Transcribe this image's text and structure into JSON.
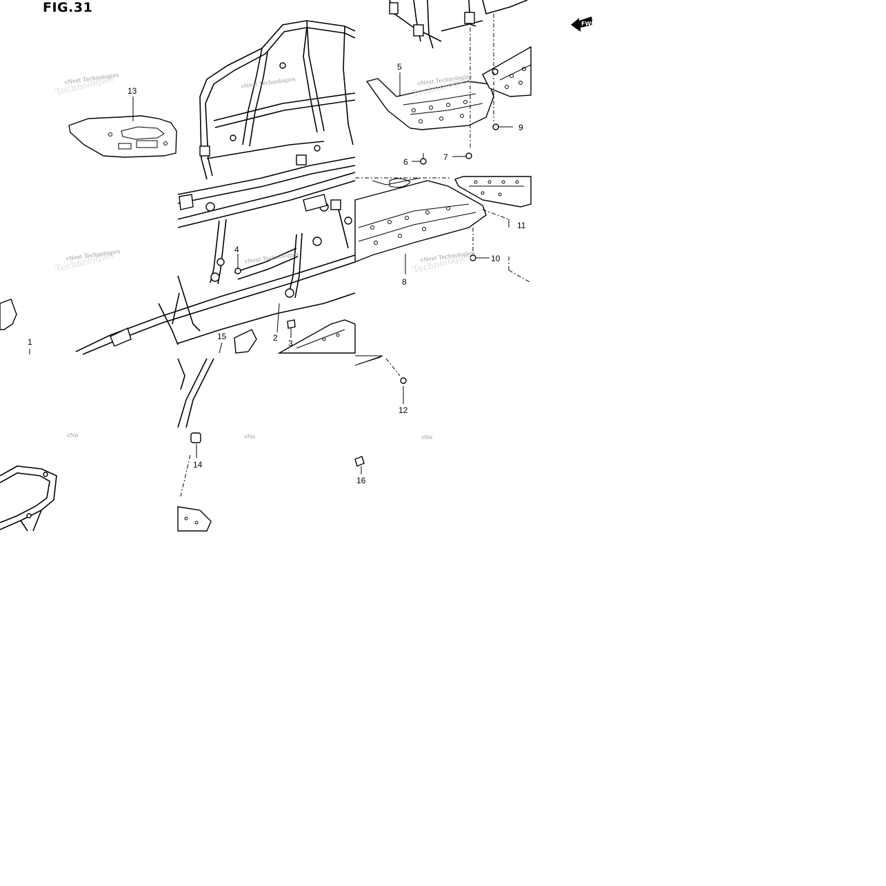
{
  "figure": {
    "title": "FIG.31",
    "forward_marker": "FWD",
    "watermark": "vNext Technologies",
    "watermark_partial": "vNe",
    "callouts": [
      {
        "id": "c1",
        "text": "1"
      },
      {
        "id": "c2",
        "text": "2"
      },
      {
        "id": "c3",
        "text": "3"
      },
      {
        "id": "c4",
        "text": "4"
      },
      {
        "id": "c5",
        "text": "5"
      },
      {
        "id": "c6",
        "text": "6"
      },
      {
        "id": "c7",
        "text": "7"
      },
      {
        "id": "c8",
        "text": "8"
      },
      {
        "id": "c9",
        "text": "9"
      },
      {
        "id": "c10",
        "text": "10"
      },
      {
        "id": "c11",
        "text": "11"
      },
      {
        "id": "c12",
        "text": "12"
      },
      {
        "id": "c13",
        "text": "13"
      },
      {
        "id": "c14",
        "text": "14"
      },
      {
        "id": "c15",
        "text": "15"
      },
      {
        "id": "c16",
        "text": "16"
      }
    ]
  }
}
